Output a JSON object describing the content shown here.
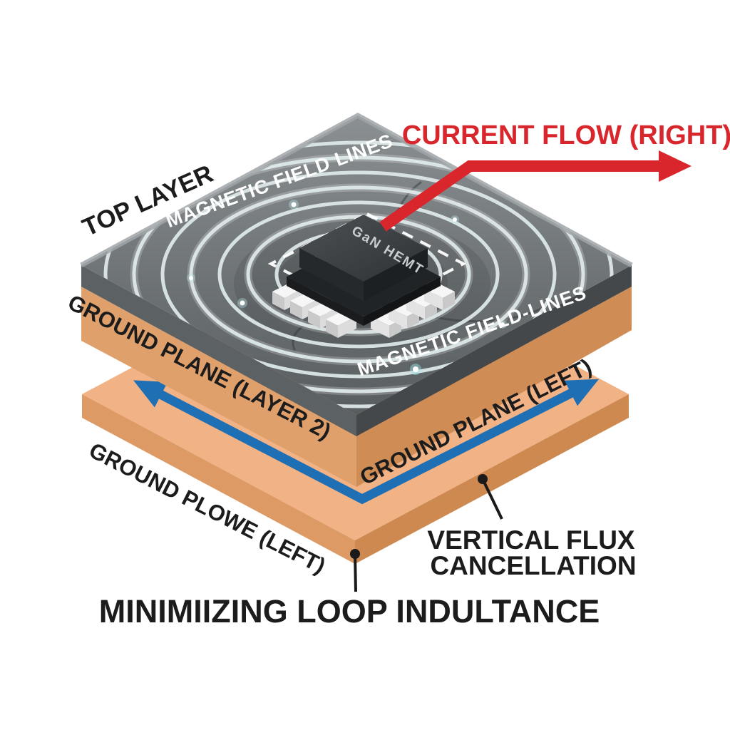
{
  "diagram": {
    "title": "MINIMIIZING LOOP INDULTANCE",
    "labels": {
      "top_layer": "TOP LAYER",
      "magnetic_field_lines_top": "MAGNETIC FIELD LINES",
      "magnetic_field_lines_bottom": "MAGNETIC FIELD-LINES",
      "current_flow": "CURRENT FLOW (RIGHT)",
      "chip": "GaN HEMT",
      "ground_plane_layer2": "GROUND PLANE (LAYER 2)",
      "ground_plane_left": "GROUND PLANE (LEFT)",
      "ground_plowe_left": "GROUND PLOWE (LEFT)",
      "vertical_flux_line1": "VERTICAL FLUX",
      "vertical_flux_line2": "CANCELLATION"
    },
    "colors": {
      "background": "#ffffff",
      "red_arrow": "#d9262c",
      "blue_arrow": "#1e6fb4",
      "board_top_gray": "#74797c",
      "board_side_gray_left": "#5c6164",
      "board_side_gray_right": "#44484b",
      "ground_layer_orange_left": "#e0a06c",
      "ground_layer_orange_right": "#cf8c55",
      "bottom_slab_top": "#f1b286",
      "bottom_slab_front_left": "#dd9a64",
      "bottom_slab_front_right": "#cd8950",
      "field_line": "#dfeaea",
      "chip_body": "#3e4245",
      "text_black": "#1c1c1c",
      "text_white": "#ffffff"
    }
  }
}
